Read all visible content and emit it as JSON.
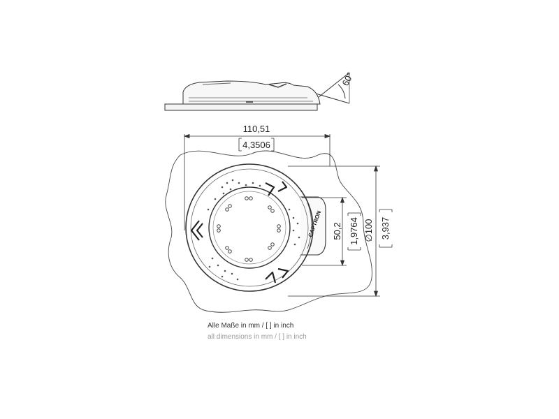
{
  "drawing": {
    "angle_label": "60°",
    "width_mm": "110,51",
    "width_inch": "4,3506",
    "inner_mm": "50,2",
    "inner_inch": "1,9764",
    "diameter_mm": "∅100",
    "diameter_inch": "3,937",
    "brand_mark": "CAPTRON"
  },
  "notes": {
    "german": "Alle Maße in mm / [ ] in inch",
    "english": "all dimensions in mm / [ ] in inch"
  }
}
